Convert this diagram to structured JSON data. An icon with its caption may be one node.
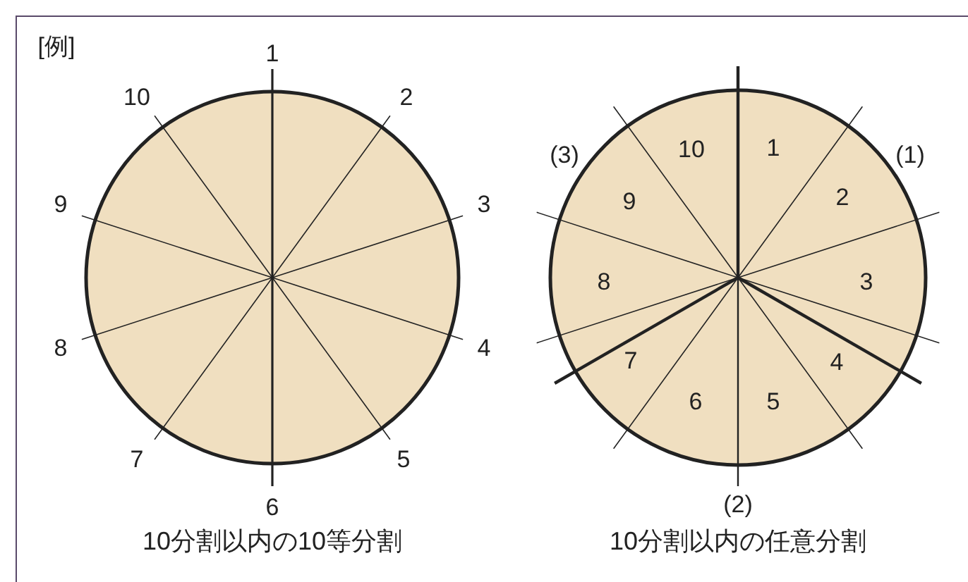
{
  "diagram": {
    "labels": [
      "[例]",
      "1",
      "2",
      "3",
      "4",
      "5",
      "6",
      "7",
      "8",
      "9",
      "10",
      "10分割以内の10等分割",
      "1",
      "2",
      "3",
      "4",
      "5",
      "6",
      "7",
      "8",
      "9",
      "10",
      "(1)",
      "(2)",
      "(3)",
      "10分割以内の任意分割"
    ]
  }
}
